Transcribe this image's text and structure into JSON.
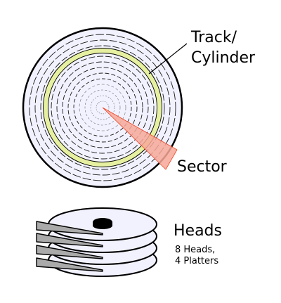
{
  "labels": {
    "track_line1": "Track/",
    "track_line2": "Cylinder",
    "sector": "Sector",
    "heads": "Heads",
    "heads_detail_line1": "8 Heads,",
    "heads_detail_line2": "4 Platters"
  },
  "colors": {
    "platter_fill": "#f2f2ff",
    "outline": "#000000",
    "highlight_track": "#e6f0a0",
    "sector_fill": "#f7a898",
    "sector_edge": "#ee4422",
    "head_arm": "#aaaaaa",
    "spindle": "#000000"
  },
  "icons": {
    "disk": "platter-top-view",
    "stack": "platter-stack-side-view"
  }
}
